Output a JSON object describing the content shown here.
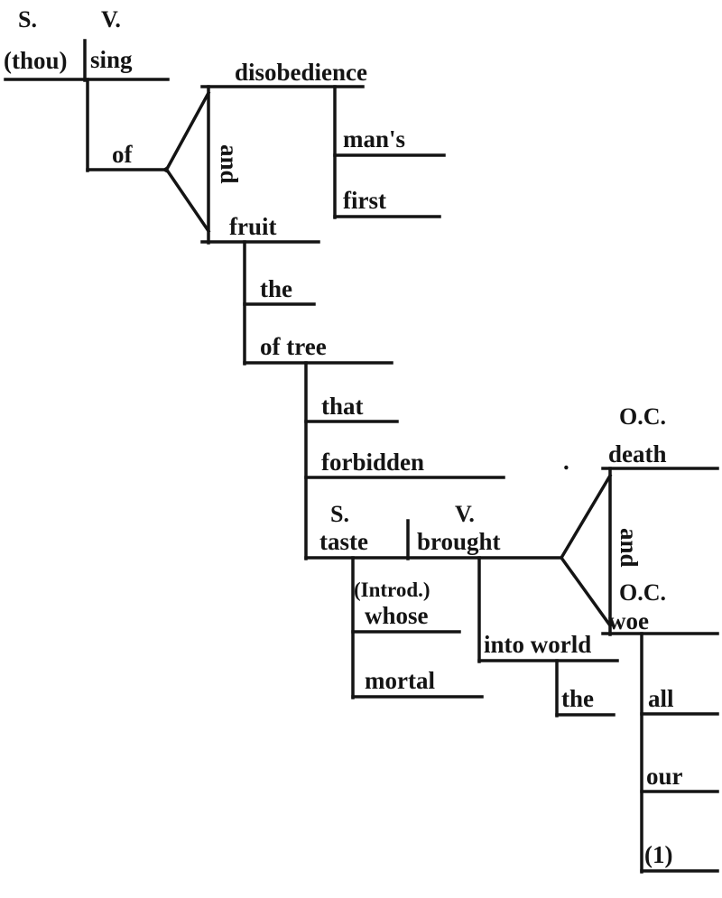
{
  "ink_color": "#141414",
  "diagram": {
    "kind": "reed-kellogg-sentence-diagram",
    "labels": {
      "s_tag_main": "S.",
      "v_tag_main": "V.",
      "subject_main": "(thou)",
      "verb_main": "sing",
      "prep_of": "of",
      "conj_and_1": "and",
      "obj_disobedience": "disobedience",
      "mod_mans": "man's",
      "mod_first": "first",
      "obj_fruit": "fruit",
      "mod_the_fruit": "the",
      "prep_of_tree": "of tree",
      "mod_that": "that",
      "mod_forbidden": "forbidden",
      "s_tag_rel": "S.",
      "v_tag_rel": "V.",
      "subject_rel": "taste",
      "verb_rel": "brought",
      "note_introd": "(Introd.)",
      "mod_whose": "whose",
      "mod_mortal": "mortal",
      "prep_into_world": "into world",
      "mod_the_world": "the",
      "conj_and_2": "and",
      "oc_tag_death": "O.C.",
      "obj_death": "death",
      "oc_tag_woe": "O.C.",
      "obj_woe": "woe",
      "mod_all": "all",
      "mod_our": "our",
      "page_number": "(1)",
      "stray_period": "."
    }
  }
}
